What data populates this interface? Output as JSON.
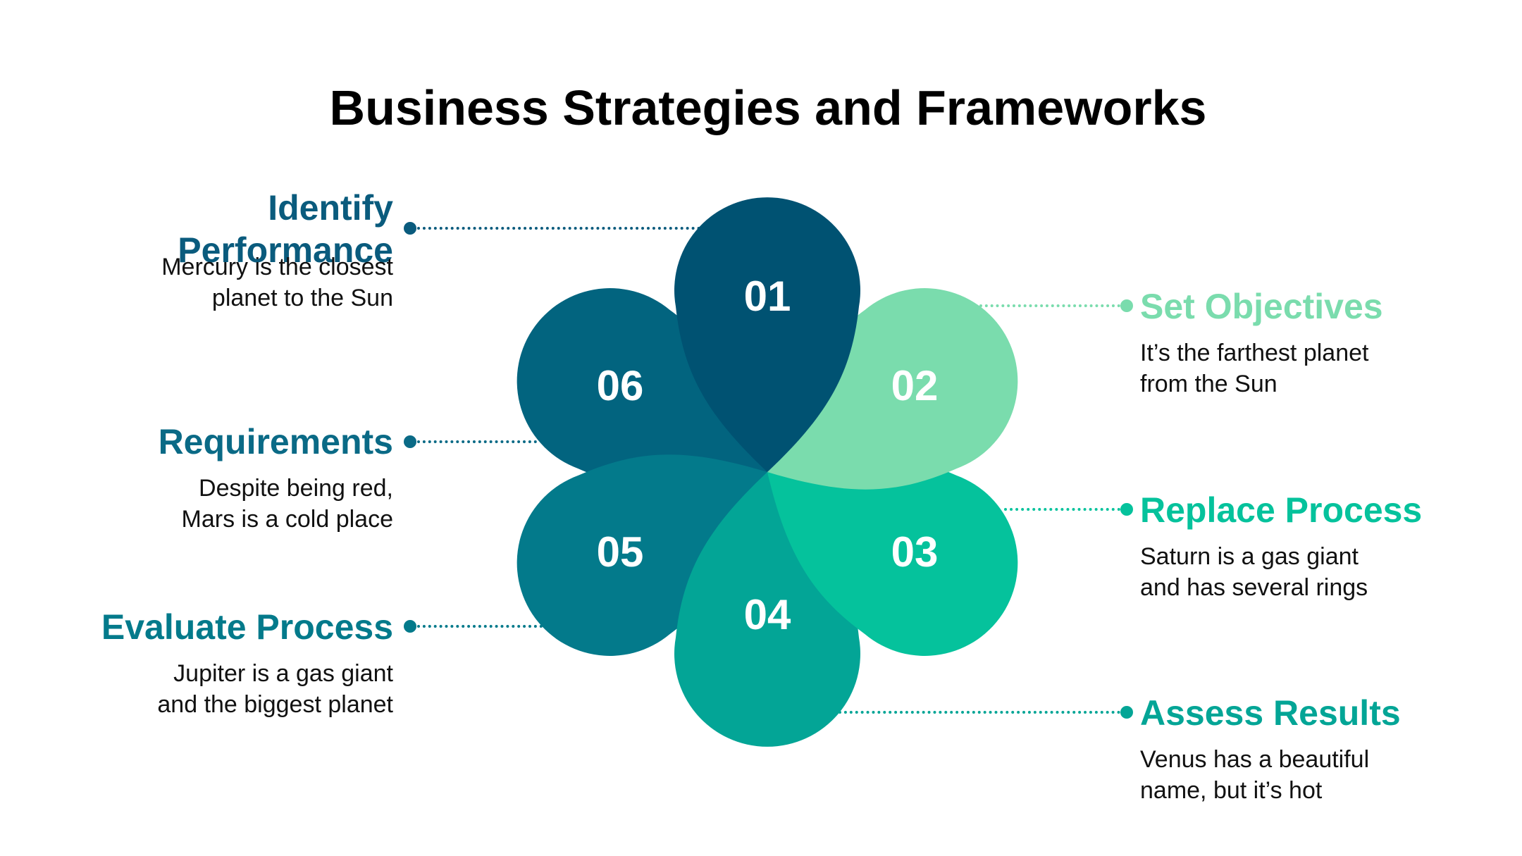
{
  "title": "Business Strategies and Frameworks",
  "petals": [
    {
      "number": "01",
      "color": "#005272"
    },
    {
      "number": "02",
      "color": "#7adcad"
    },
    {
      "number": "03",
      "color": "#05c29c"
    },
    {
      "number": "04",
      "color": "#03a596"
    },
    {
      "number": "05",
      "color": "#037a8b"
    },
    {
      "number": "06",
      "color": "#02647f"
    }
  ],
  "items": [
    {
      "heading": "Identify Performance",
      "text_line1": "Mercury is the closest",
      "text_line2": "planet to the Sun",
      "color": "#0a5b7d"
    },
    {
      "heading": "Set Objectives",
      "text_line1": "It’s the farthest planet",
      "text_line2": "from the Sun",
      "color": "#7adcad"
    },
    {
      "heading": "Replace Process",
      "text_line1": "Saturn is a gas giant",
      "text_line2": "and has several rings",
      "color": "#05c29c"
    },
    {
      "heading": "Assess Results",
      "text_line1": "Venus has a beautiful",
      "text_line2": "name, but it’s hot",
      "color": "#03a596"
    },
    {
      "heading": "Evaluate Process",
      "text_line1": "Jupiter is a gas giant",
      "text_line2": "and the biggest planet",
      "color": "#037a8b"
    },
    {
      "heading": "Requirements",
      "text_line1": "Despite being red,",
      "text_line2": "Mars is a cold place",
      "color": "#0a6a86"
    }
  ]
}
